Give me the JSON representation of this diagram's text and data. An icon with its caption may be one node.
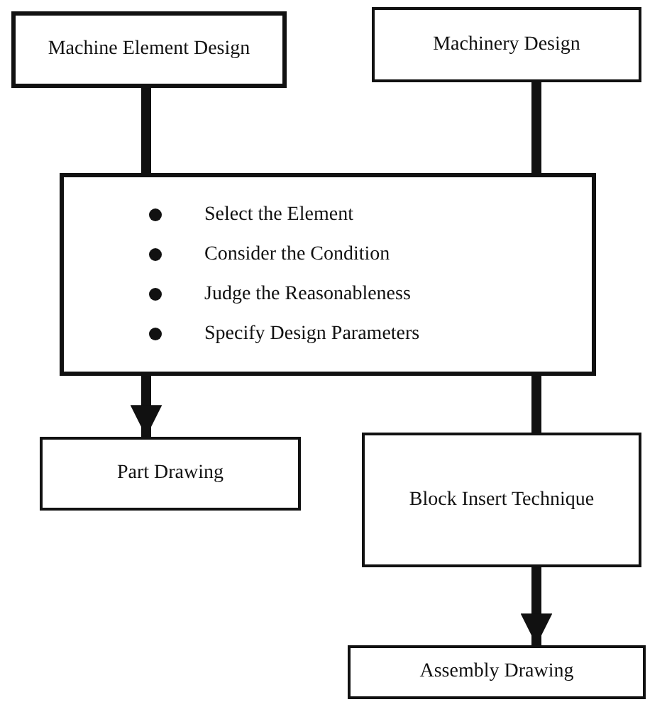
{
  "diagram": {
    "nodes": [
      {
        "text": [
          "Machine Element Design"
        ]
      },
      {
        "text": [
          "Machinery Design"
        ]
      },
      {
        "text": [
          "Select the Element",
          "Consider the Condition",
          "Judge the Reasonableness",
          "Specify Design Parameters"
        ]
      },
      {
        "text": [
          "Part Drawing"
        ]
      },
      {
        "text": [
          "Block Insert Technique"
        ]
      },
      {
        "text": [
          "Assembly Drawing"
        ]
      }
    ],
    "edges": [
      {
        "from": 0,
        "to": 2,
        "arrow": "none"
      },
      {
        "from": 1,
        "to": 2,
        "arrow": "none"
      },
      {
        "from": 2,
        "to": 3,
        "arrow": "to"
      },
      {
        "from": 2,
        "to": 4,
        "arrow": "none"
      },
      {
        "from": 4,
        "to": 5,
        "arrow": "to"
      }
    ]
  }
}
